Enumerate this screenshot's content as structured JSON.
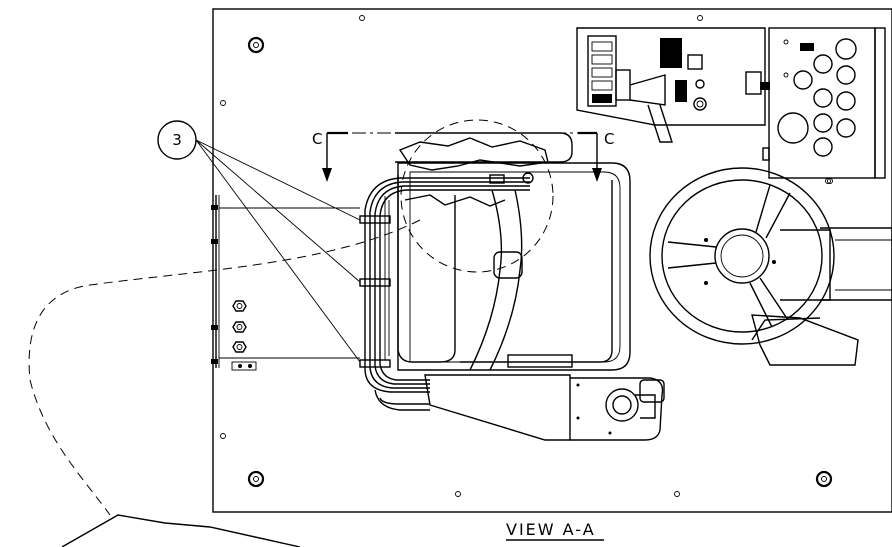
{
  "callout": {
    "number": "3"
  },
  "section": {
    "left_label": "C",
    "right_label": "C"
  },
  "view_label": "VIEW A-A"
}
